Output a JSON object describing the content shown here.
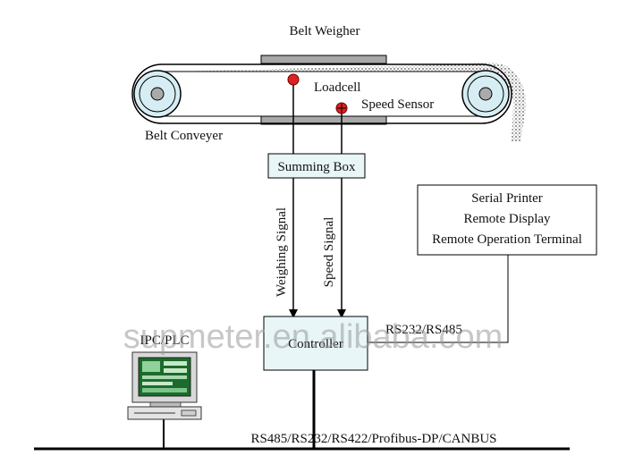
{
  "labels": {
    "belt_weigher": "Belt Weigher",
    "loadcell": "Loadcell",
    "speed_sensor": "Speed Sensor",
    "belt_conveyer": "Belt Conveyer",
    "summing_box": "Summing Box",
    "weighing_signal": "Weighing Signal",
    "speed_signal": "Speed Signal",
    "controller": "Controller",
    "ipc_plc": "IPC/PLC",
    "rs232_rs485": "RS232/RS485",
    "bus": "RS485/RS232/RS422/Profibus-DP/CANBUS",
    "peripherals": [
      "Serial Printer",
      "Remote Display",
      "Remote Operation Terminal"
    ]
  },
  "watermark": "supmeter.en.alibaba.com",
  "colors": {
    "line": "#000000",
    "box_fill": "#e8f6f8",
    "sensor_red": "#e02020",
    "plate_gray": "#a8a8a8",
    "roller_fill": "#d6eef3"
  }
}
